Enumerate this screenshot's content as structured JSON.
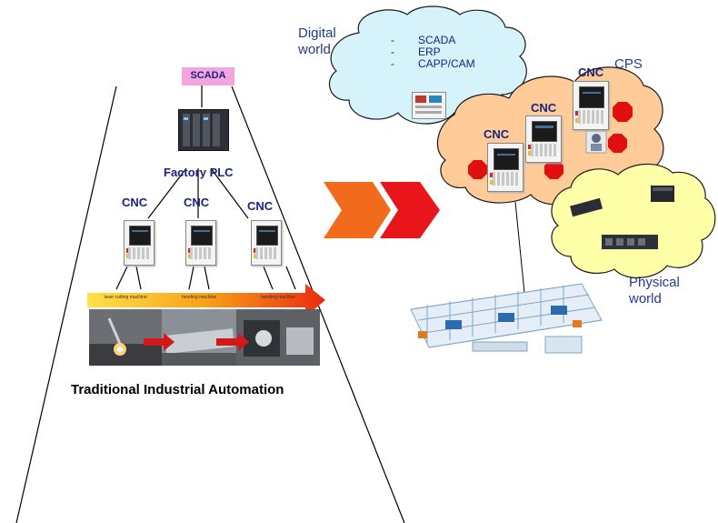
{
  "left": {
    "scada": "SCADA",
    "plc": "Factory PLC",
    "cnc": [
      "CNC",
      "CNC",
      "CNC"
    ],
    "process_labels": [
      "laser cutting machine",
      "bending machine",
      "bending machine"
    ],
    "title": "Traditional Industrial Automation"
  },
  "right": {
    "digital_world": "Digital world",
    "digital_items": [
      "SCADA",
      "ERP",
      "CAPP/CAM"
    ],
    "cps": "CPS",
    "cnc": [
      "CNC",
      "CNC",
      "CNC"
    ],
    "physical_world": "Physical world"
  },
  "colors": {
    "cloud_blue": "#d6f3fc",
    "cloud_orange": "#ffcc99",
    "cloud_yellow": "#ffffa8",
    "scada_pink": "#f3a6dd",
    "arrow_orange": "#f26b1d",
    "arrow_red": "#e8151b",
    "stop_red": "#e01010",
    "text_navy": "#1a237e"
  }
}
